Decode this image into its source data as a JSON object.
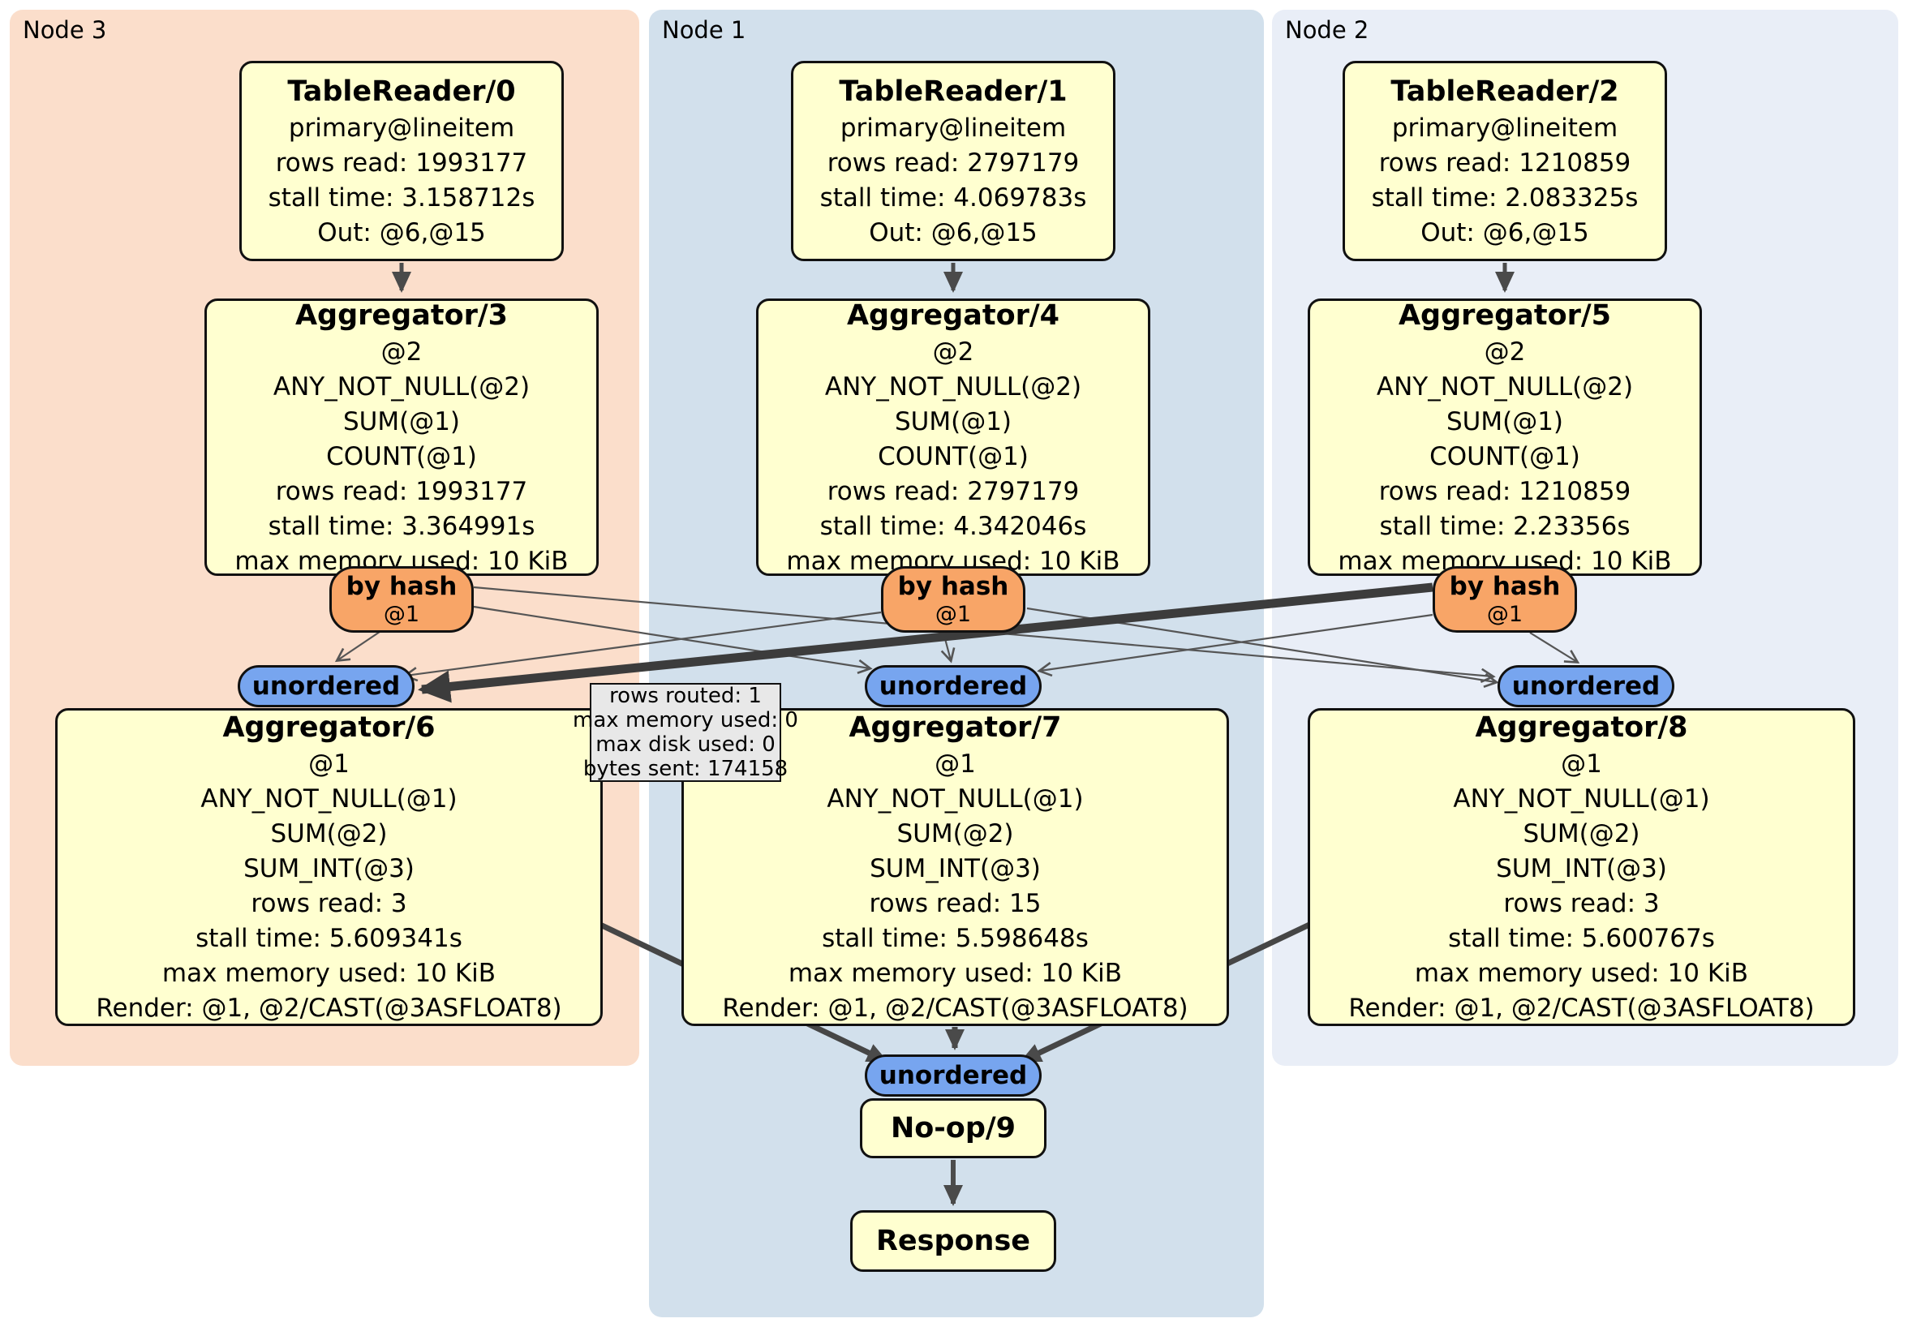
{
  "groups": [
    {
      "id": "node3",
      "label": "Node 3"
    },
    {
      "id": "node1",
      "label": "Node 1"
    },
    {
      "id": "node2",
      "label": "Node 2"
    }
  ],
  "processors": {
    "tr0": {
      "title": "TableReader/0",
      "lines": [
        "primary@lineitem",
        "rows read: 1993177",
        "stall time: 3.158712s",
        "Out: @6,@15"
      ]
    },
    "tr1": {
      "title": "TableReader/1",
      "lines": [
        "primary@lineitem",
        "rows read: 2797179",
        "stall time: 4.069783s",
        "Out: @6,@15"
      ]
    },
    "tr2": {
      "title": "TableReader/2",
      "lines": [
        "primary@lineitem",
        "rows read: 1210859",
        "stall time: 2.083325s",
        "Out: @6,@15"
      ]
    },
    "agg3": {
      "title": "Aggregator/3",
      "lines": [
        "@2",
        "ANY_NOT_NULL(@2)",
        "SUM(@1)",
        "COUNT(@1)",
        "rows read: 1993177",
        "stall time: 3.364991s",
        "max memory used: 10 KiB"
      ]
    },
    "agg4": {
      "title": "Aggregator/4",
      "lines": [
        "@2",
        "ANY_NOT_NULL(@2)",
        "SUM(@1)",
        "COUNT(@1)",
        "rows read: 2797179",
        "stall time: 4.342046s",
        "max memory used: 10 KiB"
      ]
    },
    "agg5": {
      "title": "Aggregator/5",
      "lines": [
        "@2",
        "ANY_NOT_NULL(@2)",
        "SUM(@1)",
        "COUNT(@1)",
        "rows read: 1210859",
        "stall time: 2.23356s",
        "max memory used: 10 KiB"
      ]
    },
    "agg6": {
      "title": "Aggregator/6",
      "lines": [
        "@1",
        "ANY_NOT_NULL(@1)",
        "SUM(@2)",
        "SUM_INT(@3)",
        "rows read: 3",
        "stall time: 5.609341s",
        "max memory used: 10 KiB",
        "Render: @1, @2/CAST(@3ASFLOAT8)"
      ]
    },
    "agg7": {
      "title": "Aggregator/7",
      "lines": [
        "@1",
        "ANY_NOT_NULL(@1)",
        "SUM(@2)",
        "SUM_INT(@3)",
        "rows read: 15",
        "stall time: 5.598648s",
        "max memory used: 10 KiB",
        "Render: @1, @2/CAST(@3ASFLOAT8)"
      ]
    },
    "agg8": {
      "title": "Aggregator/8",
      "lines": [
        "@1",
        "ANY_NOT_NULL(@1)",
        "SUM(@2)",
        "SUM_INT(@3)",
        "rows read: 3",
        "stall time: 5.600767s",
        "max memory used: 10 KiB",
        "Render: @1, @2/CAST(@3ASFLOAT8)"
      ]
    },
    "noop": {
      "title": "No-op/9"
    },
    "response": {
      "title": "Response"
    }
  },
  "routers": {
    "by_hash": {
      "label": "by hash",
      "detail": "@1"
    },
    "sync": {
      "label": "unordered"
    }
  },
  "tooltip": {
    "lines": [
      "rows routed: 1",
      "max memory used: 0",
      "max disk used: 0",
      "bytes sent: 174158"
    ]
  },
  "colors": {
    "node3_bg": "#FBDECB",
    "node1_bg": "#D2E0EC",
    "node2_bg": "#E9EEF7",
    "processor_bg": "#FFFFD0",
    "hash_router_bg": "#F8A567",
    "sync_bg": "#77A5EF",
    "tooltip_bg": "#E8E8E8",
    "edge": "#4C4C4C"
  }
}
